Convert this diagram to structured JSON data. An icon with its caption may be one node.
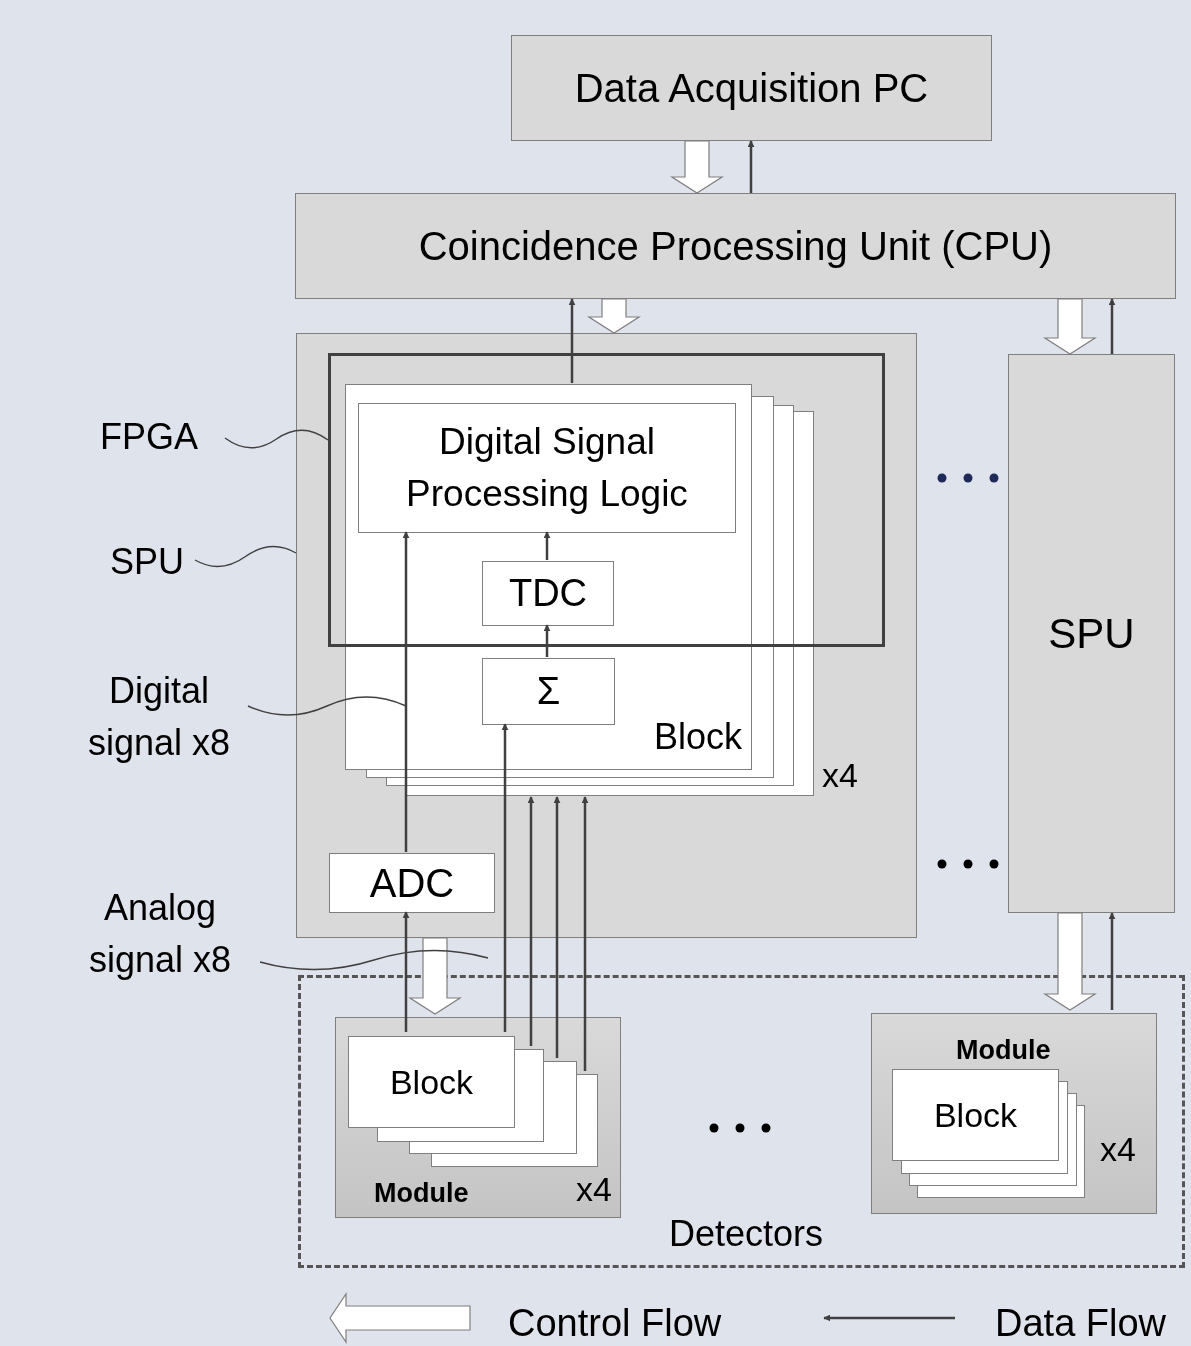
{
  "diagram": {
    "nodes": [
      {
        "text": [
          "Data Acquisition PC"
        ]
      },
      {
        "text": [
          "Coincidence Processing Unit (CPU)"
        ]
      },
      {
        "text": [],
        "shape": "box"
      },
      {
        "text": [
          "Block"
        ],
        "in": 2
      },
      {
        "text": [
          "Digital Signal Processing Logic"
        ],
        "in": 3
      },
      {
        "text": [
          "TDC"
        ],
        "in": 3
      },
      {
        "text": [
          "Σ"
        ],
        "in": 3
      },
      {
        "text": [
          "ADC"
        ],
        "in": 2
      },
      {
        "text": [
          "SPU"
        ]
      },
      {
        "text": [
          "Detectors"
        ]
      },
      {
        "text": [
          "Module",
          "x4"
        ],
        "in": 9
      },
      {
        "text": [
          "Block"
        ],
        "in": 10
      },
      {
        "text": [
          "Module",
          "x4"
        ],
        "in": 9
      },
      {
        "text": [
          "Block"
        ],
        "in": 12
      },
      {
        "text": [
          "FPGA"
        ]
      },
      {
        "text": [
          "SPU"
        ]
      },
      {
        "text": [
          "Digital signal x8"
        ]
      },
      {
        "text": [
          "Analog signal x8"
        ]
      }
    ],
    "edges": [
      {
        "from": 0,
        "to": 1,
        "arrow": "to",
        "style": "thick"
      },
      {
        "from": 1,
        "to": 0,
        "arrow": "to"
      },
      {
        "from": 3,
        "to": 1,
        "arrow": "to"
      },
      {
        "from": 1,
        "to": 2,
        "arrow": "to",
        "style": "thick"
      },
      {
        "from": 1,
        "to": 8,
        "arrow": "to",
        "style": "thick"
      },
      {
        "from": 8,
        "to": 1,
        "arrow": "to"
      },
      {
        "from": 6,
        "to": 5,
        "arrow": "to"
      },
      {
        "from": 5,
        "to": 4,
        "arrow": "to"
      },
      {
        "from": 7,
        "to": 4,
        "arrow": "to"
      },
      {
        "from": 11,
        "to": 6,
        "arrow": "to"
      },
      {
        "from": 11,
        "to": 3,
        "arrow": "to"
      },
      {
        "from": 11,
        "to": 3,
        "arrow": "to"
      },
      {
        "from": 11,
        "to": 3,
        "arrow": "to"
      },
      {
        "from": 11,
        "to": 7,
        "arrow": "to"
      },
      {
        "from": 2,
        "to": 10,
        "arrow": "to",
        "style": "thick"
      },
      {
        "from": 8,
        "to": 12,
        "arrow": "to",
        "style": "thick"
      },
      {
        "from": 12,
        "to": 8,
        "arrow": "to"
      },
      {
        "from": 14,
        "to": null,
        "arrow": "none"
      },
      {
        "from": 15,
        "to": 2,
        "arrow": "none"
      },
      {
        "from": 16,
        "to": 3,
        "arrow": "none"
      },
      {
        "from": 17,
        "to": null,
        "arrow": "none"
      }
    ],
    "labels": [
      "x4"
    ],
    "legend": [
      {
        "text": "Control Flow"
      },
      {
        "text": "Data Flow"
      }
    ]
  }
}
